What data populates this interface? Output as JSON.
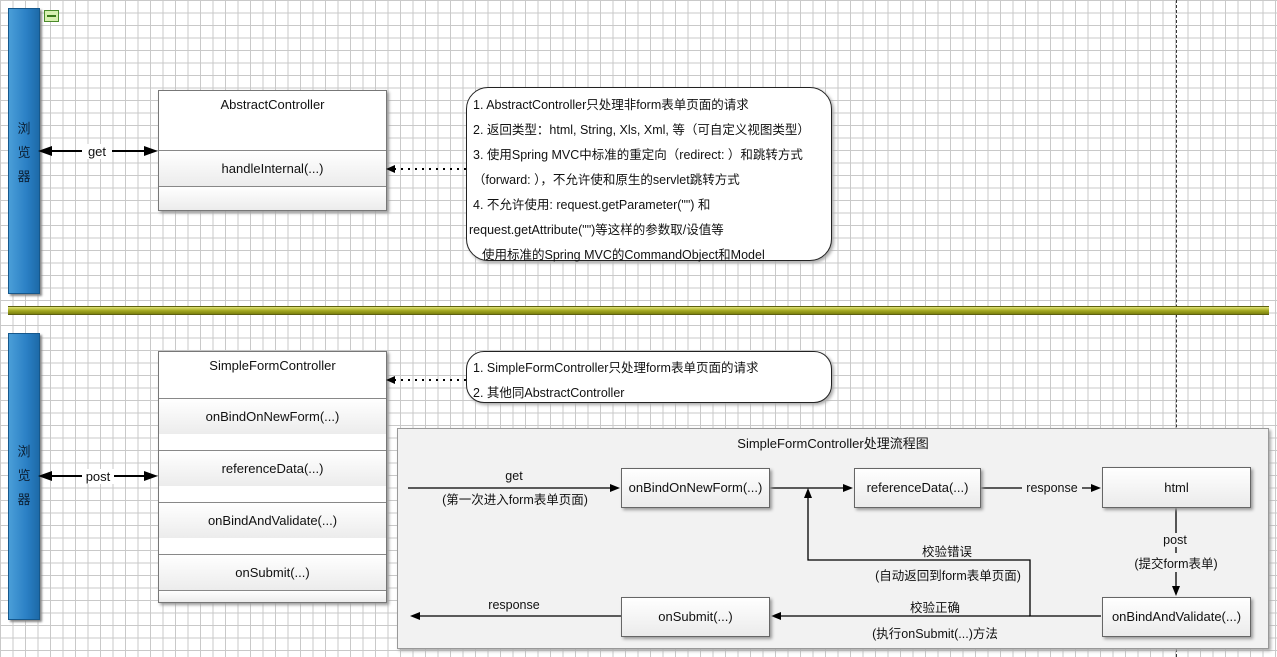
{
  "lanes": {
    "top": {
      "label": [
        "浏",
        "览",
        "器"
      ]
    },
    "bottom": {
      "label": [
        "浏",
        "览",
        "器"
      ]
    }
  },
  "top": {
    "class_title": "AbstractController",
    "method": "handleInternal(...)",
    "arrow_label": "get",
    "note_lines": [
      "1. AbstractController只处理非form表单页面的请求",
      "2. 返回类型：html, String, Xls, Xml, 等（可自定义视图类型）",
      "3. 使用Spring MVC中标准的重定向（redirect: ）和跳转方式",
      "（forward: ），不允许使和原生的servlet跳转方式",
      "4. 不允许使用: request.getParameter(\"\") 和",
      "request.getAttribute(\"\")等这样的参数取/设值等",
      "使用标准的Spring MVC的CommandObject和Model"
    ]
  },
  "bottom": {
    "class_title": "SimpleFormController",
    "methods": [
      "onBindOnNewForm(...)",
      "referenceData(...)",
      "onBindAndValidate(...)",
      "onSubmit(...)"
    ],
    "arrow_label": "post",
    "note_lines": [
      "1. SimpleFormController只处理form表单页面的请求",
      "2. 其他同AbstractController"
    ]
  },
  "flow": {
    "title": "SimpleFormController处理流程图",
    "get_label": "get",
    "get_sub": "(第一次进入form表单页面)",
    "box_new_form": "onBindOnNewForm(...)",
    "box_reference": "referenceData(...)",
    "response_top": "response",
    "box_html": "html",
    "post_label": "post",
    "post_sub": "(提交form表单)",
    "error_label": "校验错误",
    "error_sub": "(自动返回到form表单页面)",
    "box_validate": "onBindAndValidate(...)",
    "ok_label": "校验正确",
    "ok_sub": "(执行onSubmit(...)方法",
    "box_submit": "onSubmit(...)",
    "response_bottom": "response"
  }
}
